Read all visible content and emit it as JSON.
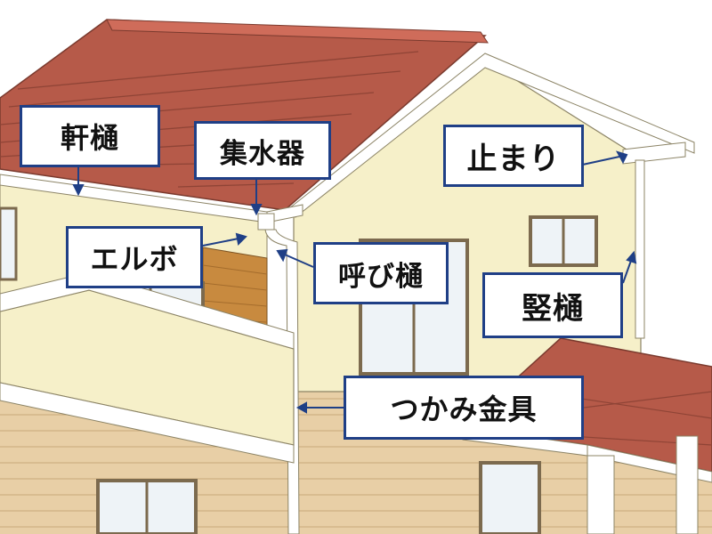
{
  "labels": {
    "nokidoi": "軒樋",
    "shusuiki": "集水器",
    "tomari": "止まり",
    "elbow": "エルボ",
    "yobidoi": "呼び樋",
    "tatedoi": "竪樋",
    "tsukami": "つかみ金具"
  },
  "colors": {
    "label_border": "#1f3f86",
    "roof": "#b65a49",
    "wall": "#f6f0c9",
    "siding": "#e6caa0",
    "gutter": "#ffffff",
    "arrow": "#1f3f86"
  }
}
